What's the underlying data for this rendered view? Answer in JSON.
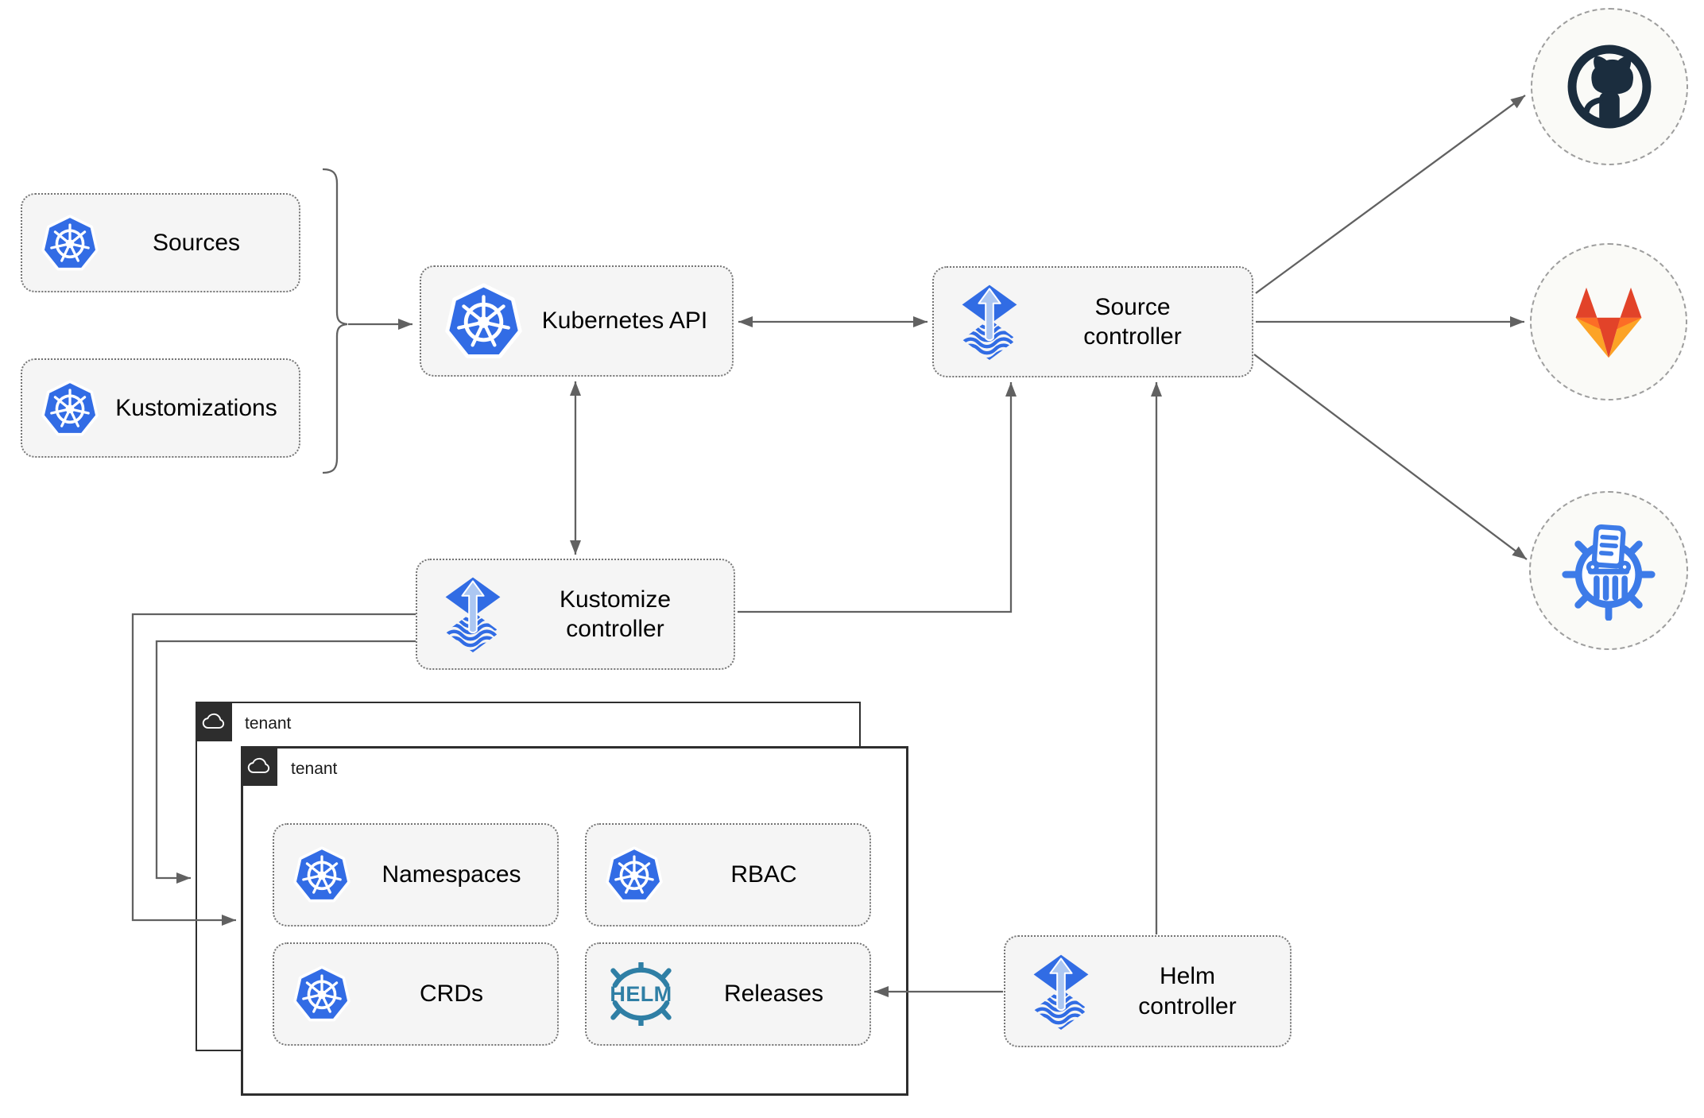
{
  "diagram": {
    "nodes": {
      "sources": {
        "label": "Sources",
        "icon": "kubernetes"
      },
      "kustomizations": {
        "label": "Kustomizations",
        "icon": "kubernetes"
      },
      "kubernetes_api": {
        "label": "Kubernetes API",
        "icon": "kubernetes"
      },
      "source_controller": {
        "label": "Source\ncontroller",
        "icon": "flux"
      },
      "kustomize_controller": {
        "label": "Kustomize\ncontroller",
        "icon": "flux"
      },
      "helm_controller": {
        "label": "Helm\ncontroller",
        "icon": "flux"
      },
      "namespaces": {
        "label": "Namespaces",
        "icon": "kubernetes"
      },
      "rbac": {
        "label": "RBAC",
        "icon": "kubernetes"
      },
      "crds": {
        "label": "CRDs",
        "icon": "kubernetes"
      },
      "releases": {
        "label": "Releases",
        "icon": "helm"
      }
    },
    "tenants": {
      "back": {
        "label": "tenant"
      },
      "front": {
        "label": "tenant"
      }
    },
    "endpoints": {
      "github": {
        "icon": "github-logo"
      },
      "gitlab": {
        "icon": "gitlab-logo"
      },
      "manifests": {
        "icon": "kubernetes-manifests-logo"
      }
    },
    "icons": {
      "helm_logo_text": "HELM"
    },
    "colors": {
      "kubernetes_blue": "#326CE5",
      "flux_blue": "#316CE4",
      "flux_arrow_light": "#ACC7F2",
      "helm_teal": "#2F7FA5",
      "github_dark": "#1B2D3E",
      "gitlab_red": "#E24329",
      "gitlab_orange": "#FC6D26",
      "gitlab_light_orange": "#FCA326",
      "manifests_blue": "#3D7BE8",
      "edge_gray": "#616161",
      "node_fill": "#F5F5F5",
      "tenant_tab": "#2D2D2D"
    }
  }
}
